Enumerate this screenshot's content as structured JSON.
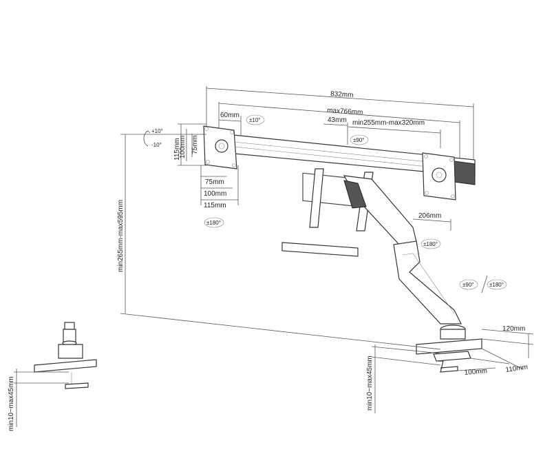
{
  "diagram": {
    "overall_width": "832mm",
    "max_span": "max766mm",
    "plate_offset": "60mm",
    "tilt_label": "±10°",
    "center_gap": "43mm",
    "extension_range": "min255mm-max320mm",
    "center_rotate": "±90°",
    "tilt_up": "+10°",
    "tilt_down": "-10°",
    "vesa_115_v": "115mm",
    "vesa_100_v": "100mm",
    "vesa_75_v": "75mm",
    "vesa_75_h": "75mm",
    "vesa_100_h": "100mm",
    "vesa_115_h": "115mm",
    "panel_rotate": "±180°",
    "height_range": "min265mm-max595mm",
    "arm_offset": "206mm",
    "joint_rotate": "±180°",
    "base_tilt": "±90°",
    "base_rotate": "±180°",
    "base_width": "120mm",
    "clamp_depth": "100mm",
    "clamp_length": "110mm",
    "desk_thickness_left": "min10~max45mm",
    "desk_thickness_center": "min10~max45mm"
  }
}
